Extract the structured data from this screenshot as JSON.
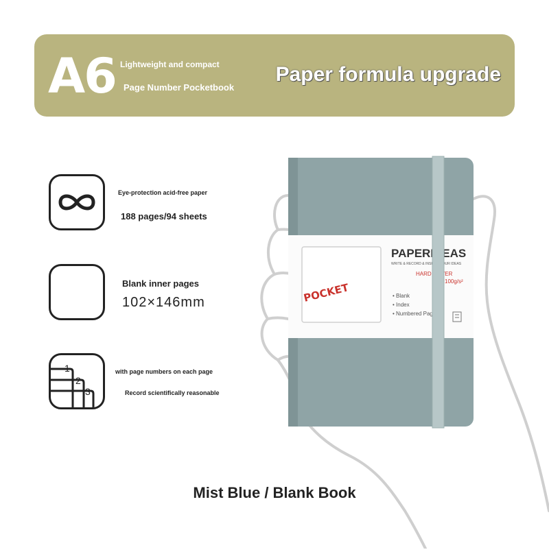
{
  "banner": {
    "size": "A6",
    "tagline_1": "Lightweight and compact",
    "tagline_2": "Page Number Pocketbook",
    "headline": "Paper formula upgrade"
  },
  "features": [
    {
      "icon": "infinity-icon",
      "line_1": "Eye-protection acid-free paper",
      "line_2": "188 pages/94 sheets"
    },
    {
      "icon": "blank-square-icon",
      "line_1": "Blank inner pages",
      "line_2": "102×146mm"
    },
    {
      "icon": "stacked-pages-icon",
      "line_1": "with page numbers on each page",
      "line_2": "Record scientifically reasonable",
      "page_nums": [
        "1",
        "2",
        "3"
      ]
    }
  ],
  "product": {
    "brand": "PAPERIDEAS",
    "brand_sub": "WRITE & RECORD & INSPIRE YOUR IDEAS",
    "cover_type": "HARD COVER",
    "paper_weight": "100g/s²",
    "sticker": "POCKET",
    "options": [
      "Blank",
      "Index",
      "Numbered Pages"
    ],
    "cover_color": "#8fa4a6",
    "band_color": "#b7c7c8"
  },
  "caption": "Mist Blue / Blank Book"
}
